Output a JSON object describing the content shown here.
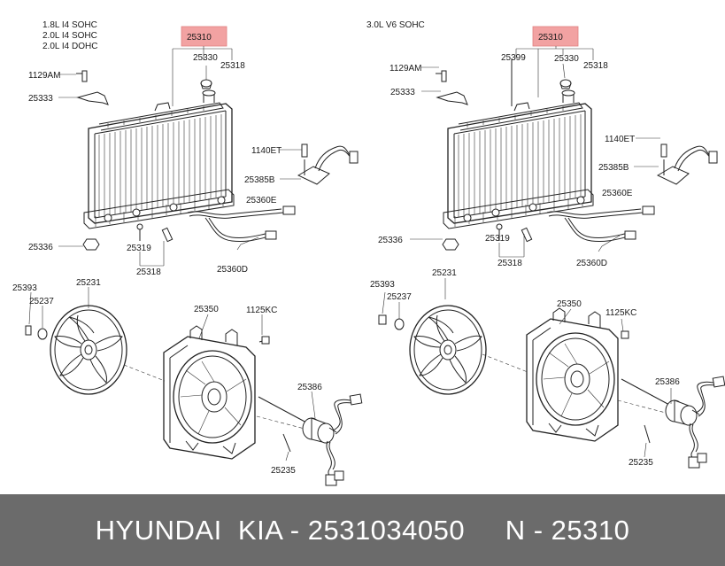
{
  "left_variant_lines": [
    "1.8L  I4  SOHC",
    "2.0L  I4  SOHC",
    "2.0L  I4  DOHC"
  ],
  "right_variant_line": "3.0L  V6  SOHC",
  "highlight_part": "25310",
  "left_labels": {
    "p25310": "25310",
    "p25330": "25330",
    "p25318a": "25318",
    "p1129am": "1129AM",
    "p25333": "25333",
    "p1140et": "1140ET",
    "p25385b": "25385B",
    "p25360e": "25360E",
    "p25336": "25336",
    "p25319": "25319",
    "p25318b": "25318",
    "p25360d": "25360D",
    "p25393": "25393",
    "p25237": "25237",
    "p25231": "25231",
    "p25350": "25350",
    "p1125kc": "1125KC",
    "p25386": "25386",
    "p25235": "25235"
  },
  "right_labels": {
    "p25310": "25310",
    "p25399": "25399",
    "p25330": "25330",
    "p25318a": "25318",
    "p1129am": "1129AM",
    "p25333": "25333",
    "p1140et": "1140ET",
    "p25385b": "25385B",
    "p25360e": "25360E",
    "p25336": "25336",
    "p25319": "25319",
    "p25318b": "25318",
    "p25360d": "25360D",
    "p25393": "25393",
    "p25237": "25237",
    "p25231": "25231",
    "p25350": "25350",
    "p1125kc": "1125KC",
    "p25386": "25386",
    "p25235": "25235"
  },
  "footer_text": "HYUNDAI  KIA - 2531034050     N - 25310",
  "colors": {
    "highlight": "#f2a2a2",
    "footer_bg": "#6b6b6b",
    "footer_text": "#ffffff"
  }
}
